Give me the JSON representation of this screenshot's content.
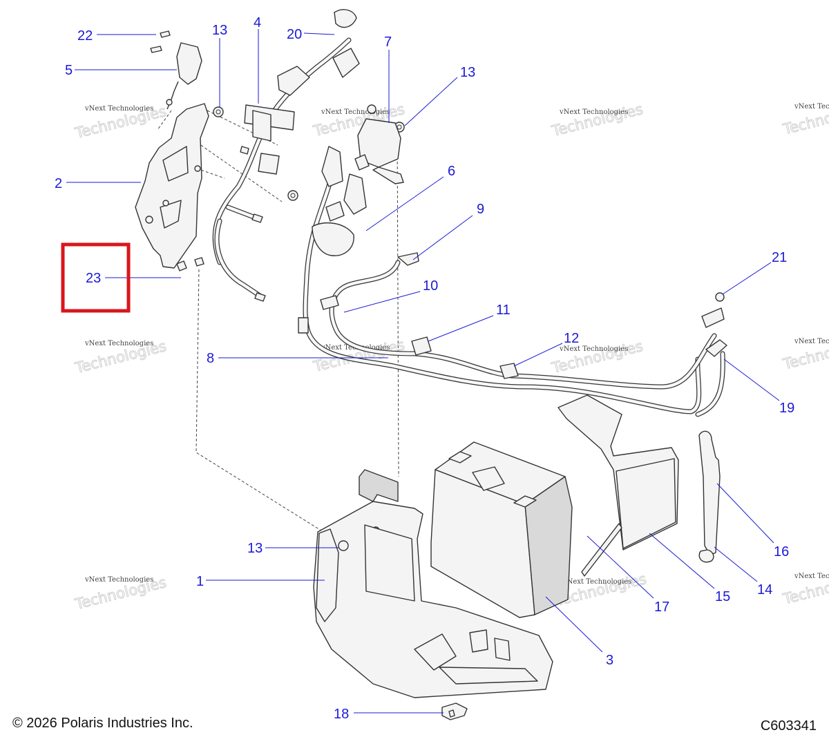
{
  "diagram": {
    "callouts": [
      "22",
      "13",
      "4",
      "20",
      "7",
      "13",
      "5",
      "2",
      "6",
      "9",
      "21",
      "23",
      "10",
      "11",
      "12",
      "8",
      "19",
      "13",
      "1",
      "16",
      "14",
      "15",
      "17",
      "3",
      "18"
    ],
    "watermark": {
      "line1": "vNext Technologies",
      "line2": "Technologies"
    },
    "highlight_color": "#d9161c",
    "callout_color": "#1a1ad6"
  },
  "footer": {
    "copyright": "© 2026 Polaris Industries Inc.",
    "drawing_code": "C603341"
  }
}
